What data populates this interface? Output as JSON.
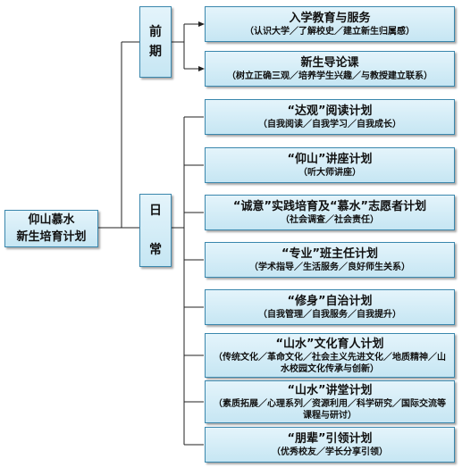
{
  "root": {
    "line1": "仰山慕水",
    "line2": "新生培育计划"
  },
  "phases": [
    {
      "label": "前\n期"
    },
    {
      "label": "日\n\n常"
    }
  ],
  "items": [
    {
      "title": "入学教育与服务",
      "sub": "（认识大学／了解校史／建立新生归属感）"
    },
    {
      "title": "新生导论课",
      "sub": "（树立正确三观／培养学生兴趣／与教授建立联系）"
    },
    {
      "title": "“达观”阅读计划",
      "sub": "（自我阅读／自我学习／自我成长）"
    },
    {
      "title": "“仰山”讲座计划",
      "sub": "（听大师讲座）"
    },
    {
      "title": "“诚意”实践培育及“慕水”志愿者计划",
      "sub": "（社会调查／社会责任）"
    },
    {
      "title": "“专业”班主任计划",
      "sub": "（学术指导／生活服务／良好师生关系）"
    },
    {
      "title": "“修身”自治计划",
      "sub": "（自我管理／自我服务／自我提升）"
    },
    {
      "title": "“山水”文化育人计划",
      "sub": "（传统文化／革命文化／社会主义先进文化／地质精神／山水校园文化传承与创新）"
    },
    {
      "title": "“山水”讲堂计划",
      "sub": "（素质拓展／心理系列／资源利用／科学研究／国际交流等课程与研讨）"
    },
    {
      "title": "“朋辈”引领计划",
      "sub": "（优秀校友／学长分享引领）"
    }
  ]
}
